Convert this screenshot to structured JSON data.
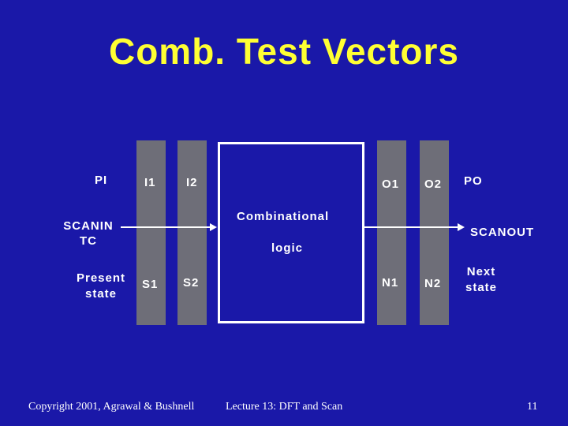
{
  "title": "Comb. Test Vectors",
  "labels": {
    "pi": "PI",
    "i1": "I1",
    "i2": "I2",
    "o1": "O1",
    "o2": "O2",
    "po": "PO",
    "scanin": "SCANIN",
    "tc": "TC",
    "scanout": "SCANOUT",
    "present": "Present",
    "state_left": "state",
    "s1": "S1",
    "s2": "S2",
    "n1": "N1",
    "n2": "N2",
    "next": "Next",
    "state_right": "state",
    "combinational": "Combinational",
    "logic": "logic"
  },
  "footer": {
    "copyright": "Copyright 2001, Agrawal & Bushnell",
    "lecture": "Lecture 13: DFT and Scan",
    "page": "11"
  },
  "colors": {
    "background": "#1a18a8",
    "title": "#ffff33",
    "bar": "#6e6e78",
    "text": "#ffffff"
  }
}
